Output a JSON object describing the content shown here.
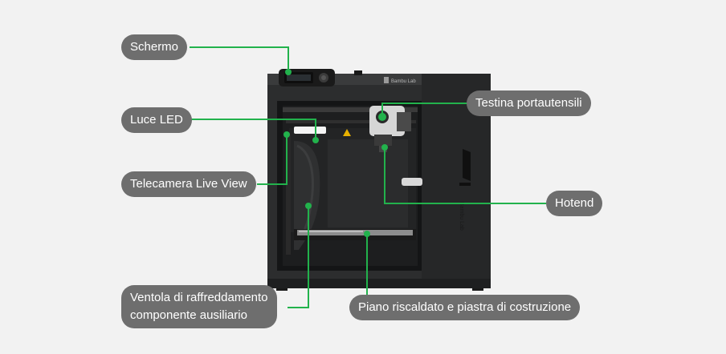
{
  "diagram": {
    "accent_color": "#22b24c",
    "label_background": "#6e6e6e",
    "product_body_color": "#2f3031",
    "brand_badge_text": "Bambu Lab",
    "side_logo_text": "Bambu Lab",
    "labels": {
      "schermo": "Schermo",
      "luce_led": "Luce LED",
      "telecamera": "Telecamera Live View",
      "ventola_line1": "Ventola di raffreddamento",
      "ventola_line2": "componente ausiliario",
      "testina": "Testina portautensili",
      "hotend": "Hotend",
      "piano": "Piano riscaldato e piastra di costruzione"
    }
  }
}
